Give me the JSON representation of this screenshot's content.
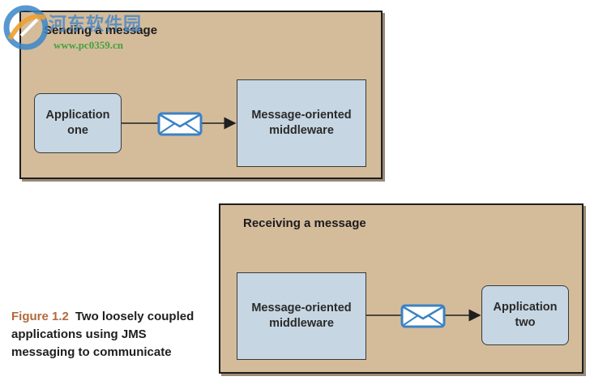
{
  "watermark": {
    "name": "河东软件园",
    "url": "www.pc0359.cn"
  },
  "sending": {
    "title": "Sending a message",
    "source": "Application one",
    "target": "Message-oriented middleware"
  },
  "receiving": {
    "title": "Receiving a message",
    "source": "Message-oriented middleware",
    "target": "Application two"
  },
  "caption": {
    "figure": "Figure 1.2",
    "text": "Two loosely coupled applications using JMS messaging to communicate"
  },
  "colors": {
    "panel": "#d4bc9b",
    "box": "#c6d6e2",
    "envelope": "#3b82c4",
    "figure_label": "#b26a3c"
  }
}
